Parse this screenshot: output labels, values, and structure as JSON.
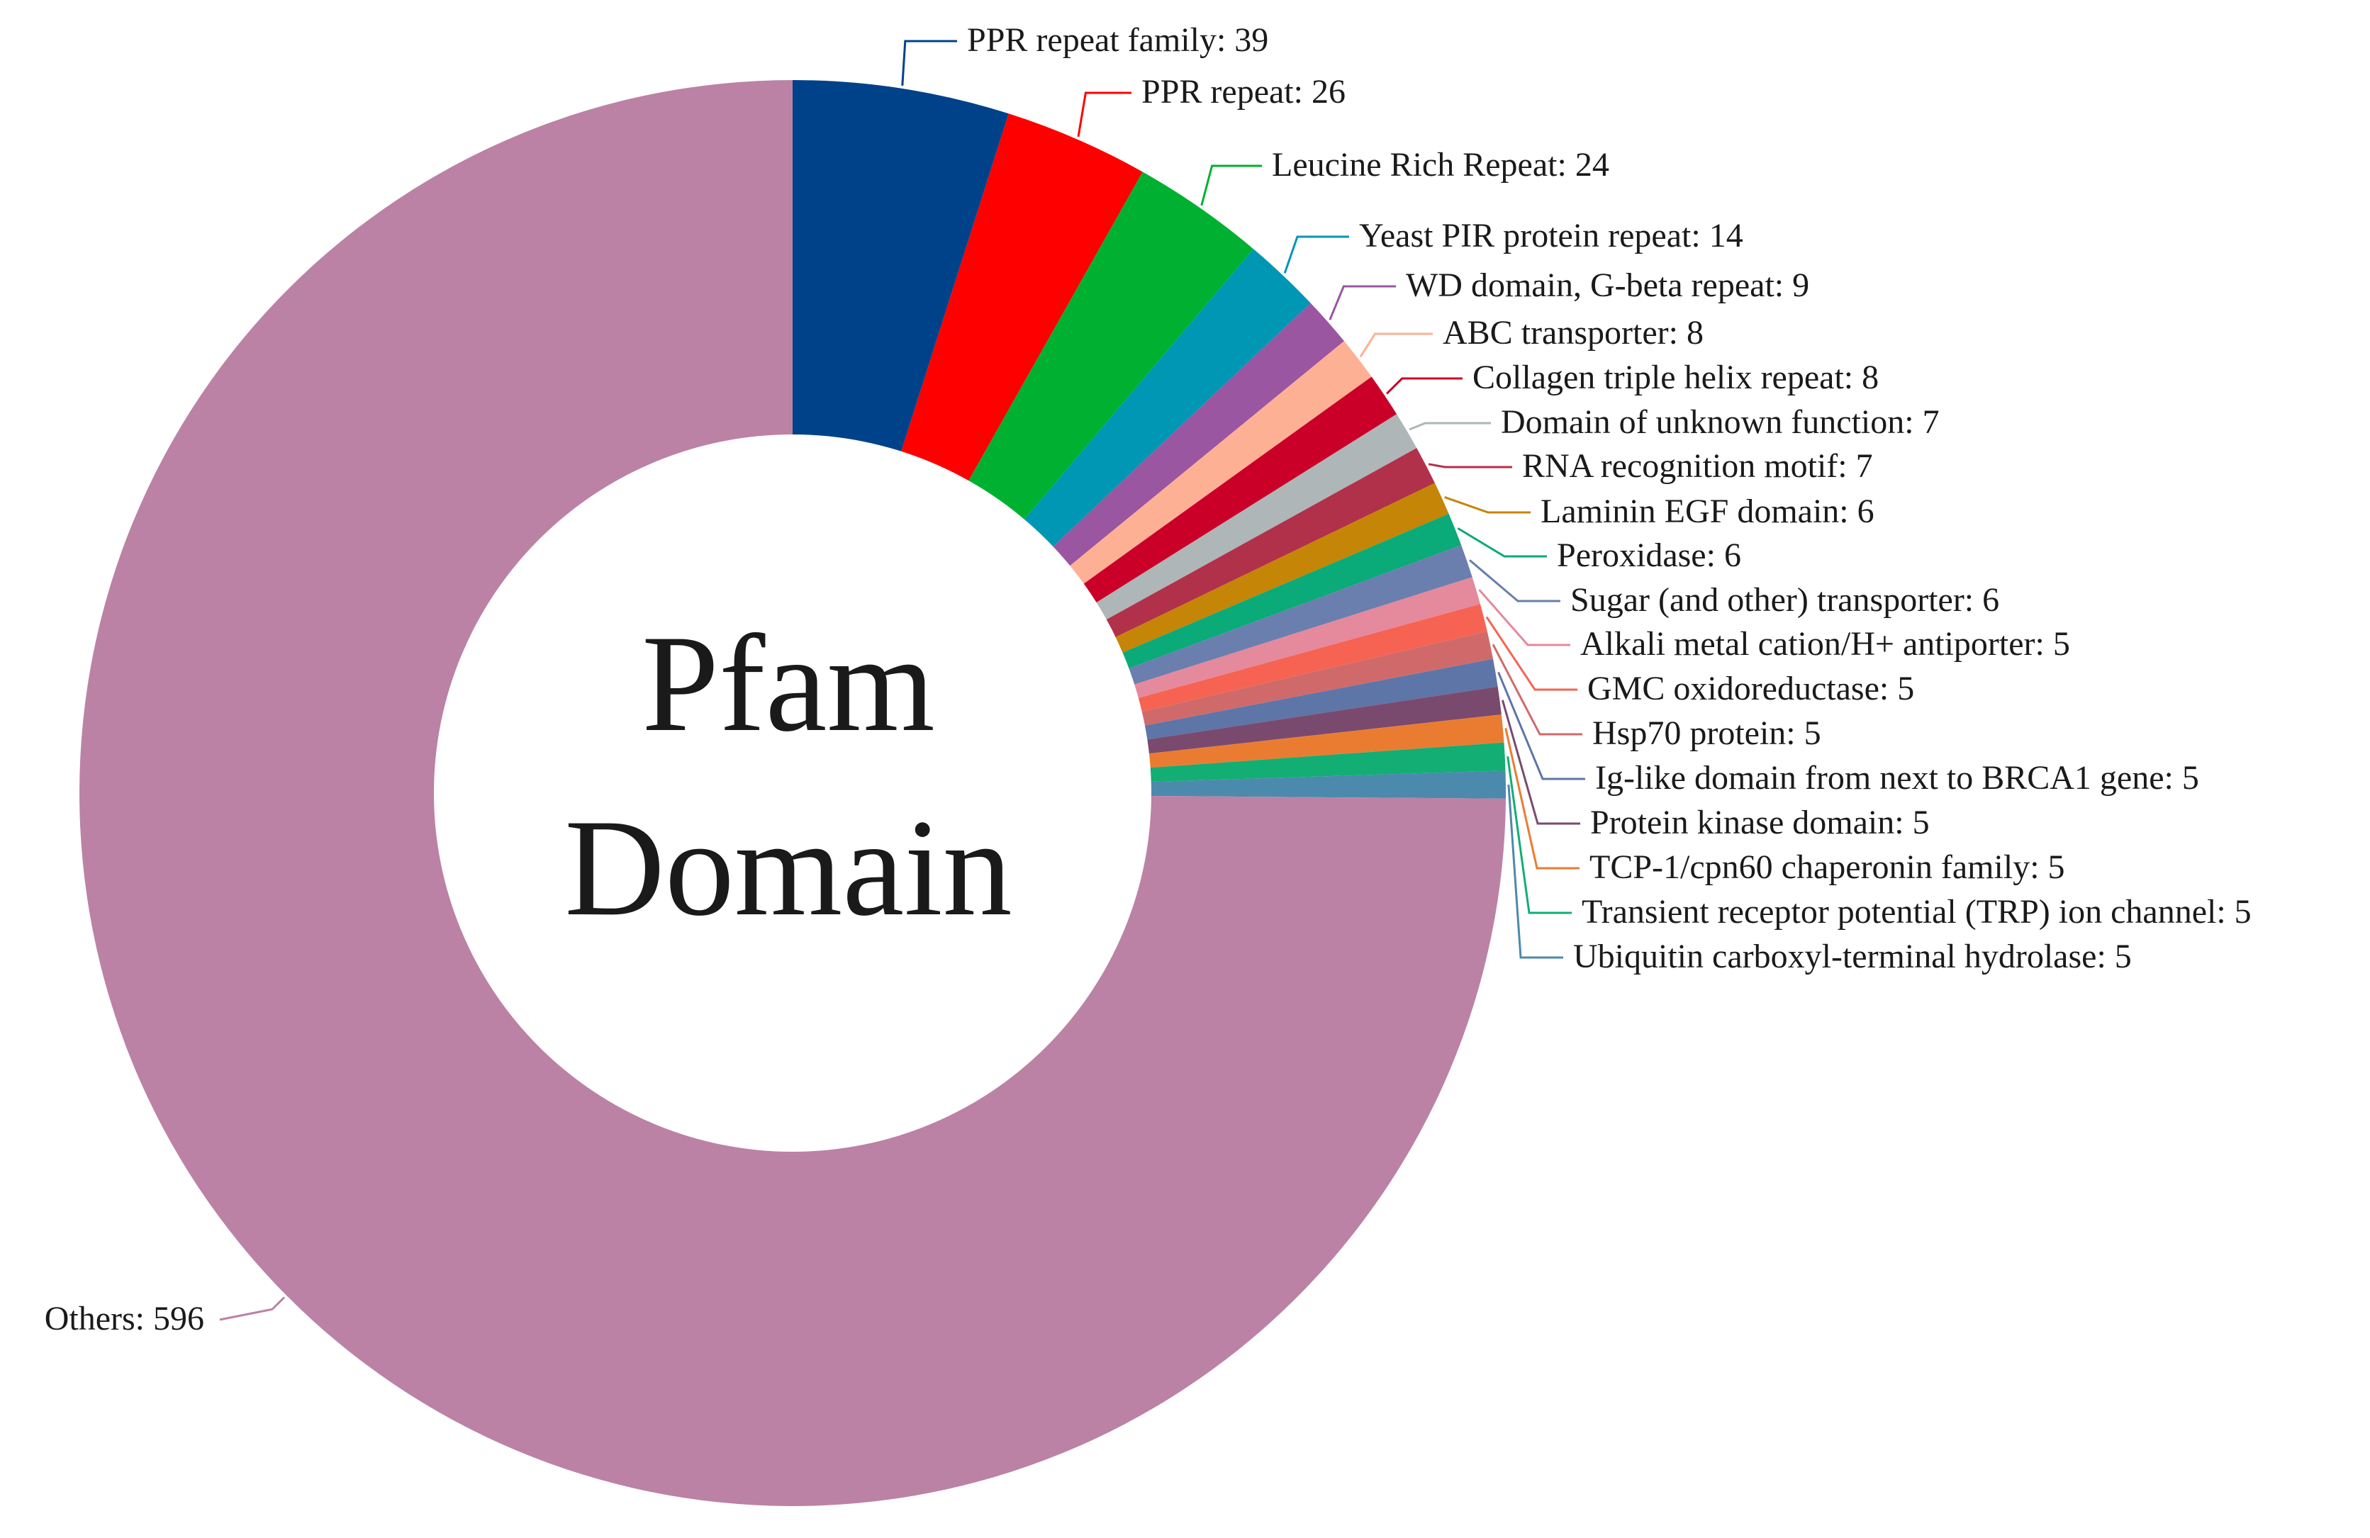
{
  "chart_data": {
    "type": "pie",
    "variant": "donut",
    "title": "",
    "center_label": [
      "Pfam",
      "Domain"
    ],
    "start": "top, clockwise",
    "label_separator": ": ",
    "slices": [
      {
        "label": "PPR repeat family",
        "value": 39,
        "color": "#00428a"
      },
      {
        "label": "PPR repeat",
        "value": 26,
        "color": "#fe0000"
      },
      {
        "label": "Leucine Rich Repeat",
        "value": 24,
        "color": "#00b131"
      },
      {
        "label": "Yeast PIR protein repeat",
        "value": 14,
        "color": "#0097b4"
      },
      {
        "label": "WD domain, G-beta repeat",
        "value": 9,
        "color": "#9a56a1"
      },
      {
        "label": "ABC transporter",
        "value": 8,
        "color": "#feb095"
      },
      {
        "label": "Collagen triple helix repeat",
        "value": 8,
        "color": "#cb0028"
      },
      {
        "label": "Domain of unknown function",
        "value": 7,
        "color": "#aeb6b7"
      },
      {
        "label": "RNA recognition motif",
        "value": 7,
        "color": "#b2314a"
      },
      {
        "label": "Laminin EGF domain",
        "value": 6,
        "color": "#c58506"
      },
      {
        "label": "Peroxidase",
        "value": 6,
        "color": "#0aaa79"
      },
      {
        "label": "Sugar (and other) transporter",
        "value": 6,
        "color": "#6a7fae"
      },
      {
        "label": "Alkali metal cation/H+ antiporter",
        "value": 5,
        "color": "#e5899c"
      },
      {
        "label": "GMC oxidoreductase",
        "value": 5,
        "color": "#f66352"
      },
      {
        "label": "Hsp70 protein",
        "value": 5,
        "color": "#d06a6a"
      },
      {
        "label": "Ig-like domain from next to BRCA1 gene",
        "value": 5,
        "color": "#5e75a8"
      },
      {
        "label": "Protein kinase domain",
        "value": 5,
        "color": "#7a4a6e"
      },
      {
        "label": "TCP-1/cpn60 chaperonin family",
        "value": 5,
        "color": "#ea7c32"
      },
      {
        "label": "Transient receptor potential (TRP) ion channel",
        "value": 5,
        "color": "#12ae73"
      },
      {
        "label": "Ubiquitin carboxyl-terminal hydrolase",
        "value": 5,
        "color": "#4b8aac"
      },
      {
        "label": "Others",
        "value": 596,
        "color": "#bb82a5"
      }
    ]
  }
}
